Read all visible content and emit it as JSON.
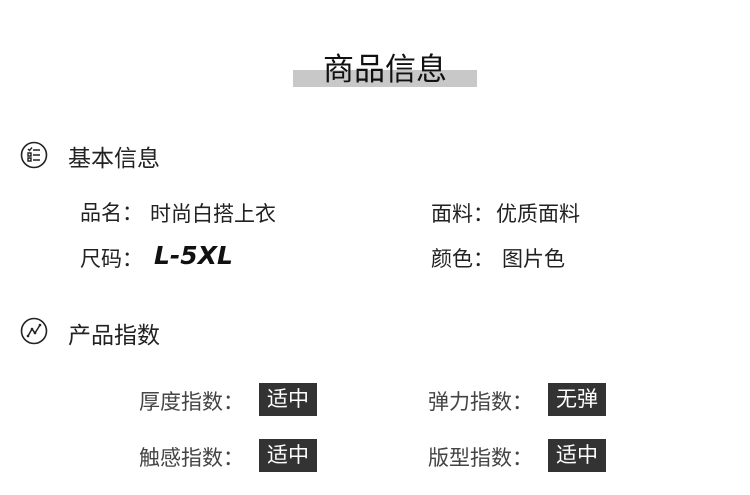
{
  "title": "商品信息",
  "basic": {
    "heading": "基本信息",
    "icon": "checklist-icon",
    "name_label": "品名：",
    "name_value": "时尚白搭上衣",
    "fabric_label": "面料：",
    "fabric_value": "优质面料",
    "size_label": "尺码：",
    "size_value": "L-5XL",
    "color_label": "颜色：",
    "color_value": "图片色"
  },
  "index": {
    "heading": "产品指数",
    "icon": "trend-chart-icon",
    "items": [
      {
        "label": "厚度指数：",
        "value": "适中"
      },
      {
        "label": "弹力指数：",
        "value": "无弹"
      },
      {
        "label": "触感指数：",
        "value": "适中"
      },
      {
        "label": "版型指数：",
        "value": "适中"
      }
    ]
  }
}
